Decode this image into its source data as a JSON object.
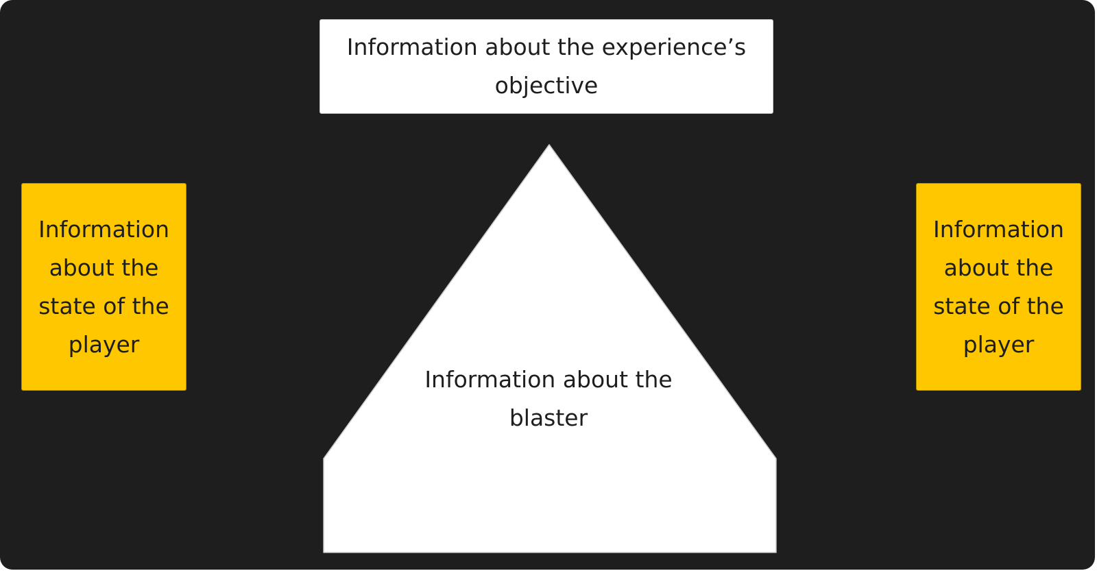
{
  "colors": {
    "canvas_background": "#1e1e1e",
    "top_box_fill": "#ffffff",
    "side_box_fill": "#ffc700",
    "pyramid_fill": "#ffffff",
    "text": "#1e1e1e"
  },
  "diagram": {
    "objective_box": {
      "text": "Information about the experience’s objective"
    },
    "player_state_left": {
      "text": "Information about the state of the player"
    },
    "player_state_right": {
      "text": "Information about the state of the player"
    },
    "blaster_shape": {
      "text": "Information about the blaster",
      "shape": "pentagon"
    }
  }
}
